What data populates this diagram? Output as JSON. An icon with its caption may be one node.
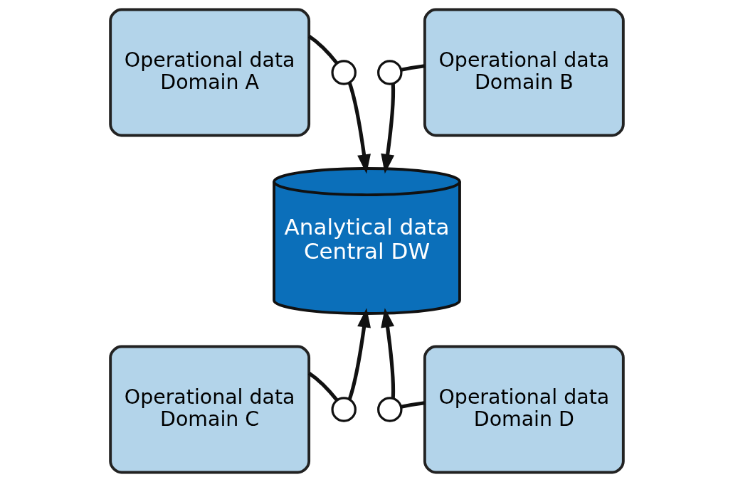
{
  "diagram": {
    "nodes": [
      {
        "text": [
          "Operational data",
          "Domain A"
        ]
      },
      {
        "text": [],
        "shape": "circle"
      },
      {
        "text": [],
        "shape": "circle"
      },
      {
        "text": [
          "Operational data",
          "Domain B"
        ]
      },
      {
        "text": [
          "Analytical data",
          "Central DW"
        ]
      },
      {
        "text": [
          "Operational data",
          "Domain C"
        ]
      },
      {
        "text": [],
        "shape": "circle"
      },
      {
        "text": [],
        "shape": "circle"
      },
      {
        "text": [
          "Operational data",
          "Domain D"
        ]
      }
    ],
    "edges": [
      {
        "from": 0,
        "to": 1,
        "arrow": "none"
      },
      {
        "from": 1,
        "to": 4,
        "arrow": "to"
      },
      {
        "from": 3,
        "to": 2,
        "arrow": "none"
      },
      {
        "from": 2,
        "to": 4,
        "arrow": "to"
      },
      {
        "from": 5,
        "to": 6,
        "arrow": "none"
      },
      {
        "from": 6,
        "to": 4,
        "arrow": "to"
      },
      {
        "from": 8,
        "to": 7,
        "arrow": "none"
      },
      {
        "from": 7,
        "to": 4,
        "arrow": "to"
      }
    ]
  }
}
